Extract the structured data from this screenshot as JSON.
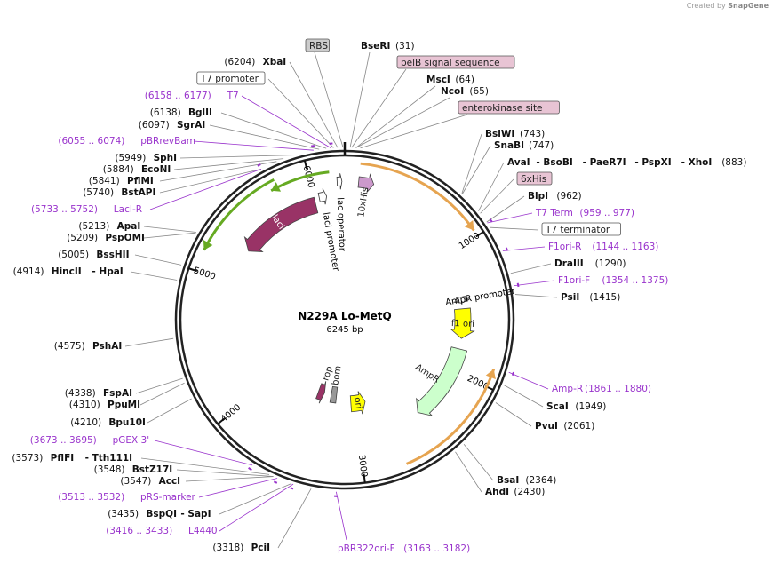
{
  "credit": {
    "prefix": "Created by",
    "brand": "SnapGene"
  },
  "plasmid": {
    "name": "N229A Lo-MetQ",
    "length_label": "6245 bp",
    "total_bp": 6245
  },
  "ticks": [
    {
      "bp": 1000,
      "label": "1000"
    },
    {
      "bp": 2000,
      "label": "2000"
    },
    {
      "bp": 3000,
      "label": "3000"
    },
    {
      "bp": 4000,
      "label": "4000"
    },
    {
      "bp": 5000,
      "label": "5000"
    },
    {
      "bp": 6000,
      "label": "6000"
    }
  ],
  "features": [
    {
      "name": "lacI",
      "start": 5300,
      "end": 6000,
      "track": 0.7,
      "color": "#993366",
      "dir": -1,
      "label": "lacI"
    },
    {
      "name": "f1 ori",
      "start": 1470,
      "end": 1720,
      "track": 0.7,
      "color": "#ffff00",
      "dir": 1,
      "label": "f1 ori"
    },
    {
      "name": "AmpR",
      "start": 1810,
      "end": 2460,
      "track": 0.7,
      "color": "#ccffcc",
      "dir": 1,
      "label": "AmpR"
    },
    {
      "name": "ori",
      "start": 2880,
      "end": 3050,
      "track": 0.5,
      "color": "#ffff00",
      "dir": -1,
      "label": "ori"
    },
    {
      "name": "rop",
      "start": 3390,
      "end": 3470,
      "track": 0.45,
      "color": "#993366",
      "dir": -1,
      "label": "rop"
    },
    {
      "name": "bom",
      "start": 3230,
      "end": 3300,
      "track": 0.45,
      "color": "#999999",
      "dir": 0,
      "label": "bom"
    },
    {
      "name": "10xHis",
      "start": 100,
      "end": 210,
      "track": 0.82,
      "color": "#cc99cc",
      "dir": 1,
      "label": "10xHis"
    }
  ],
  "promoters": [
    {
      "name": "lacI promoter",
      "start": 6040,
      "end": 6100,
      "track": 0.74,
      "label": "lacI promoter"
    },
    {
      "name": "lac operator",
      "start": 6190,
      "end": 6225,
      "track": 0.82,
      "label": "lac operator"
    },
    {
      "name": "AmpR promoter",
      "start": 1370,
      "end": 1420,
      "track": 0.7,
      "label": "AmpR promoter"
    }
  ],
  "orfs": [
    {
      "start": 5730,
      "end": 6140,
      "track": 0.88,
      "color": "#66aa22",
      "dir": -1
    },
    {
      "start": 5140,
      "end": 5780,
      "track": 0.93,
      "color": "#66aa22",
      "dir": -1
    },
    {
      "start": 100,
      "end": 960,
      "track": 0.93,
      "color": "#e6a450",
      "dir": 1
    },
    {
      "start": 1880,
      "end": 2720,
      "track": 0.93,
      "color": "#e6a450",
      "dir": -1
    }
  ],
  "primers": [
    {
      "start": 6158,
      "end": 6177,
      "dir": 1
    },
    {
      "start": 6055,
      "end": 6074,
      "dir": 1
    },
    {
      "start": 5733,
      "end": 5752,
      "dir": 1
    },
    {
      "start": 959,
      "end": 977,
      "dir": 1
    },
    {
      "start": 1144,
      "end": 1163,
      "dir": 1
    },
    {
      "start": 1354,
      "end": 1375,
      "dir": 1
    },
    {
      "start": 1861,
      "end": 1880,
      "dir": -1
    },
    {
      "start": 3673,
      "end": 3695,
      "dir": -1
    },
    {
      "start": 3513,
      "end": 3532,
      "dir": -1
    },
    {
      "start": 3416,
      "end": 3433,
      "dir": -1
    },
    {
      "start": 3163,
      "end": 3182,
      "dir": 1
    }
  ],
  "left_labels": [
    {
      "bp": 6204,
      "parts": [
        [
          "(6204)",
          "n"
        ],
        [
          "XbaI",
          "b"
        ]
      ]
    },
    {
      "bp": 6180,
      "parts": [
        [
          "T7 promoter",
          "box"
        ]
      ]
    },
    {
      "bp": 6165,
      "parts": [
        [
          "(6158 .. 6177)",
          "p"
        ],
        [
          "T7",
          "p"
        ]
      ]
    },
    {
      "bp": 6138,
      "parts": [
        [
          "(6138)",
          "n"
        ],
        [
          "BglII",
          "b"
        ]
      ]
    },
    {
      "bp": 6097,
      "parts": [
        [
          "(6097)",
          "n"
        ],
        [
          "SgrAI",
          "b"
        ]
      ]
    },
    {
      "bp": 6064,
      "parts": [
        [
          "(6055 .. 6074)",
          "p"
        ],
        [
          "pBRrevBam",
          "p"
        ]
      ]
    },
    {
      "bp": 5949,
      "parts": [
        [
          "(5949)",
          "n"
        ],
        [
          "SphI",
          "b"
        ]
      ]
    },
    {
      "bp": 5884,
      "parts": [
        [
          "(5884)",
          "n"
        ],
        [
          "EcoNI",
          "b"
        ]
      ]
    },
    {
      "bp": 5841,
      "parts": [
        [
          "(5841)",
          "n"
        ],
        [
          "PflMI",
          "b"
        ]
      ]
    },
    {
      "bp": 5740,
      "parts": [
        [
          "(5740)",
          "n"
        ],
        [
          "BstAPI",
          "b"
        ]
      ]
    },
    {
      "bp": 5742,
      "parts": [
        [
          "(5733 .. 5752)",
          "p"
        ],
        [
          "LacI-R",
          "p"
        ]
      ]
    },
    {
      "bp": 5213,
      "parts": [
        [
          "(5213)",
          "n"
        ],
        [
          "ApaI",
          "b"
        ]
      ]
    },
    {
      "bp": 5209,
      "parts": [
        [
          "(5209)",
          "n"
        ],
        [
          "PspOMI",
          "b"
        ]
      ]
    },
    {
      "bp": 5005,
      "parts": [
        [
          "(5005)",
          "n"
        ],
        [
          "BssHII",
          "b"
        ]
      ]
    },
    {
      "bp": 4914,
      "parts": [
        [
          "(4914)",
          "n"
        ],
        [
          "HincII",
          "b"
        ],
        [
          "- HpaI",
          "b"
        ]
      ]
    },
    {
      "bp": 4575,
      "parts": [
        [
          "(4575)",
          "n"
        ],
        [
          "PshAI",
          "b"
        ]
      ]
    },
    {
      "bp": 4338,
      "parts": [
        [
          "(4338)",
          "n"
        ],
        [
          "FspAI",
          "b"
        ]
      ]
    },
    {
      "bp": 4310,
      "parts": [
        [
          "(4310)",
          "n"
        ],
        [
          "PpuMI",
          "b"
        ]
      ]
    },
    {
      "bp": 4210,
      "parts": [
        [
          "(4210)",
          "n"
        ],
        [
          "Bpu10I",
          "b"
        ]
      ]
    },
    {
      "bp": 3684,
      "parts": [
        [
          "(3673 .. 3695)",
          "p"
        ],
        [
          "pGEX 3'",
          "p"
        ]
      ]
    },
    {
      "bp": 3573,
      "parts": [
        [
          "(3573)",
          "n"
        ],
        [
          "PflFI",
          "b"
        ],
        [
          "- Tth111I",
          "b"
        ]
      ]
    },
    {
      "bp": 3548,
      "parts": [
        [
          "(3548)",
          "n"
        ],
        [
          "BstZ17I",
          "b"
        ]
      ]
    },
    {
      "bp": 3547,
      "parts": [
        [
          "(3547)",
          "n"
        ],
        [
          "AccI",
          "b"
        ]
      ]
    },
    {
      "bp": 3522,
      "parts": [
        [
          "(3513 .. 3532)",
          "p"
        ],
        [
          "pRS-marker",
          "p"
        ]
      ]
    },
    {
      "bp": 3435,
      "parts": [
        [
          "(3435)",
          "n"
        ],
        [
          "BspQI",
          "b"
        ],
        [
          "- SapI",
          "b"
        ]
      ]
    },
    {
      "bp": 3424,
      "parts": [
        [
          "(3416 .. 3433)",
          "p"
        ],
        [
          "L4440",
          "p"
        ]
      ]
    },
    {
      "bp": 3318,
      "parts": [
        [
          "(3318)",
          "n"
        ],
        [
          "PciI",
          "b"
        ]
      ]
    }
  ],
  "right_labels": [
    {
      "bp": 6235,
      "parts": [
        [
          "RBS",
          "gbox"
        ]
      ]
    },
    {
      "bp": 31,
      "parts": [
        [
          "BseRI",
          "b"
        ],
        [
          "(31)",
          "n"
        ]
      ]
    },
    {
      "bp": 40,
      "parts": [
        [
          "pelB signal sequence",
          "pbox"
        ]
      ]
    },
    {
      "bp": 64,
      "parts": [
        [
          "MscI",
          "b"
        ],
        [
          "(64)",
          "n"
        ]
      ]
    },
    {
      "bp": 65,
      "parts": [
        [
          "NcoI",
          "b"
        ],
        [
          "(65)",
          "n"
        ]
      ]
    },
    {
      "bp": 90,
      "parts": [
        [
          "enterokinase site",
          "pbox"
        ]
      ]
    },
    {
      "bp": 743,
      "parts": [
        [
          "BsiWI",
          "b"
        ],
        [
          "(743)",
          "n"
        ]
      ]
    },
    {
      "bp": 747,
      "parts": [
        [
          "SnaBI",
          "b"
        ],
        [
          "(747)",
          "n"
        ]
      ]
    },
    {
      "bp": 883,
      "parts": [
        [
          "AvaI",
          "b"
        ],
        [
          "- BsoBI",
          "b"
        ],
        [
          "- PaeR7I",
          "b"
        ],
        [
          "- PspXI",
          "b"
        ],
        [
          "- XhoI",
          "b"
        ],
        [
          "(883)",
          "n"
        ]
      ]
    },
    {
      "bp": 900,
      "parts": [
        [
          "6xHis",
          "pbox"
        ]
      ]
    },
    {
      "bp": 962,
      "parts": [
        [
          "BlpI",
          "b"
        ],
        [
          "(962)",
          "n"
        ]
      ]
    },
    {
      "bp": 968,
      "parts": [
        [
          "T7 Term",
          "p"
        ],
        [
          "(959 .. 977)",
          "p"
        ]
      ]
    },
    {
      "bp": 1000,
      "parts": [
        [
          "T7 terminator",
          "box"
        ]
      ]
    },
    {
      "bp": 1153,
      "parts": [
        [
          "F1ori-R",
          "p"
        ],
        [
          "(1144 .. 1163)",
          "p"
        ]
      ]
    },
    {
      "bp": 1290,
      "parts": [
        [
          "DraIII",
          "b"
        ],
        [
          "(1290)",
          "n"
        ]
      ]
    },
    {
      "bp": 1364,
      "parts": [
        [
          "F1ori-F",
          "p"
        ],
        [
          "(1354 .. 1375)",
          "p"
        ]
      ]
    },
    {
      "bp": 1415,
      "parts": [
        [
          "PsiI",
          "b"
        ],
        [
          "(1415)",
          "n"
        ]
      ]
    },
    {
      "bp": 1870,
      "parts": [
        [
          "Amp-R",
          "p"
        ],
        [
          "(1861 .. 1880)",
          "p"
        ]
      ]
    },
    {
      "bp": 1949,
      "parts": [
        [
          "ScaI",
          "b"
        ],
        [
          "(1949)",
          "n"
        ]
      ]
    },
    {
      "bp": 2061,
      "parts": [
        [
          "PvuI",
          "b"
        ],
        [
          "(2061)",
          "n"
        ]
      ]
    },
    {
      "bp": 2364,
      "parts": [
        [
          "BsaI",
          "b"
        ],
        [
          "(2364)",
          "n"
        ]
      ]
    },
    {
      "bp": 2430,
      "parts": [
        [
          "AhdI",
          "b"
        ],
        [
          "(2430)",
          "n"
        ]
      ]
    },
    {
      "bp": 3172,
      "parts": [
        [
          "pBR322ori-F",
          "p"
        ],
        [
          "(3163 .. 3182)",
          "p"
        ]
      ]
    }
  ],
  "colors": {
    "primer": "#9933cc",
    "line": "#888888",
    "pbox_fill": "#e8c4d4",
    "gbox_fill": "#cccccc"
  }
}
